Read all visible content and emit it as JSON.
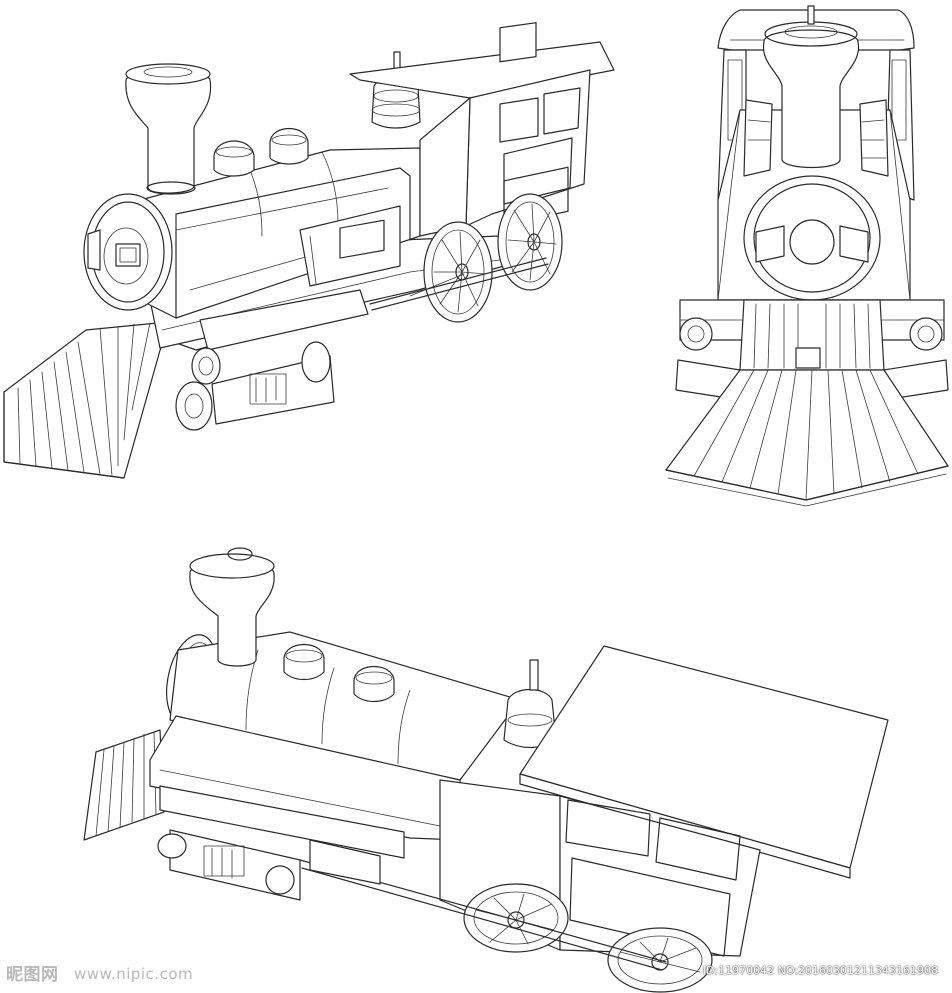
{
  "watermark": {
    "logo_text": "昵图网",
    "site": "www.nipic.com",
    "id_text": "ID:11970042 NO:20160301211343161908"
  },
  "colors": {
    "ink": "#2a2a2a",
    "background": "#ffffff",
    "watermark_gray": "#b9b9b9"
  },
  "illustration": {
    "subject": "steam locomotive line drawing",
    "views": [
      "three-quarter-side-view",
      "front-view",
      "top-three-quarter-view"
    ]
  }
}
